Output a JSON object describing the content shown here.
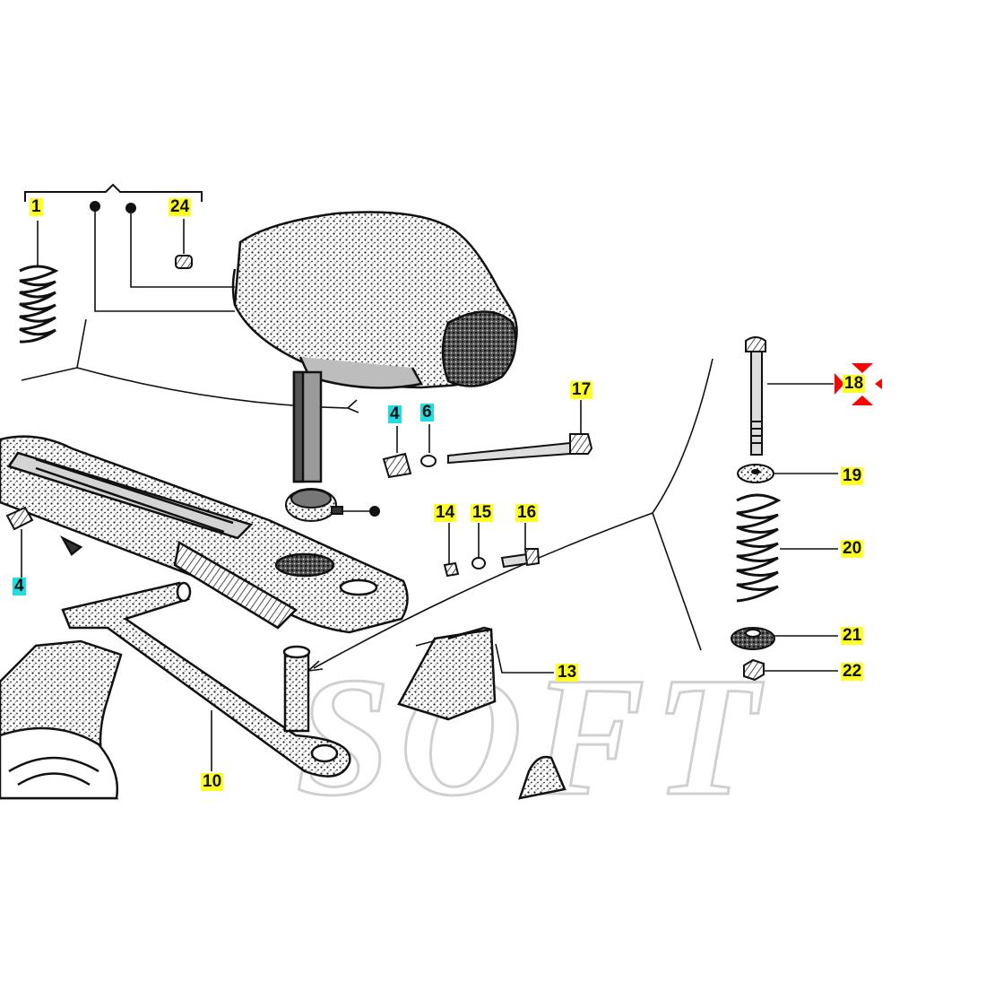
{
  "diagram": {
    "watermark": "SOFT",
    "colors": {
      "label_highlight": "#ffff22",
      "alt_highlight": "#22dde0",
      "line": "#111111",
      "marker": "#ff0000",
      "watermark_stroke": "#d8d8d8"
    },
    "part_labels": [
      {
        "id": "1",
        "highlight": "yellow"
      },
      {
        "id": "24",
        "highlight": "yellow"
      },
      {
        "id": "4",
        "highlight": "cyan"
      },
      {
        "id": "6",
        "highlight": "cyan"
      },
      {
        "id": "17",
        "highlight": "yellow"
      },
      {
        "id": "18",
        "highlight": "yellow"
      },
      {
        "id": "19",
        "highlight": "yellow"
      },
      {
        "id": "14",
        "highlight": "yellow"
      },
      {
        "id": "15",
        "highlight": "yellow"
      },
      {
        "id": "16",
        "highlight": "yellow"
      },
      {
        "id": "20",
        "highlight": "yellow"
      },
      {
        "id": "4",
        "highlight": "cyan"
      },
      {
        "id": "21",
        "highlight": "yellow"
      },
      {
        "id": "13",
        "highlight": "yellow"
      },
      {
        "id": "22",
        "highlight": "yellow"
      },
      {
        "id": "10",
        "highlight": "yellow"
      }
    ],
    "selected_part": "18"
  }
}
